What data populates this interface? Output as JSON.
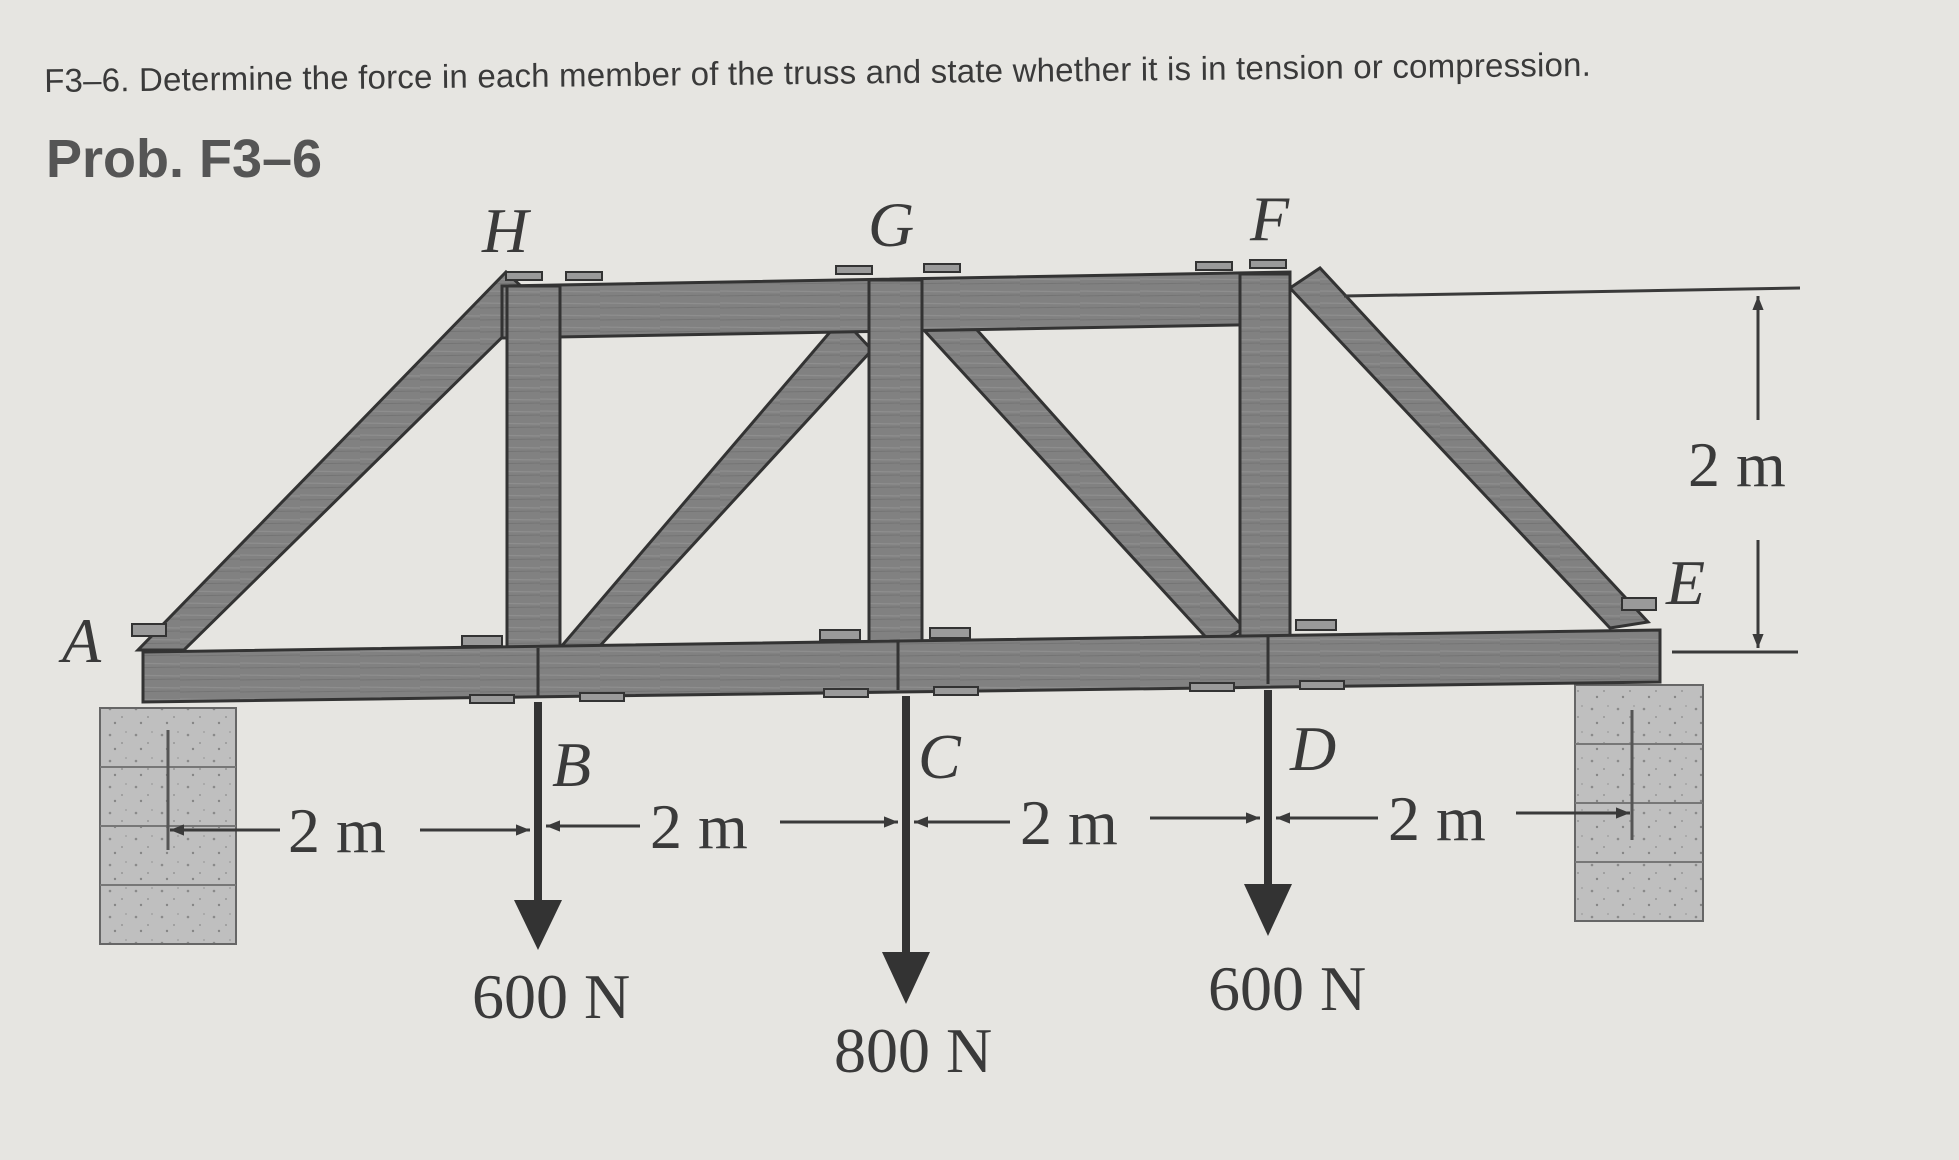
{
  "problem": {
    "statement": "F3–6. Determine the force in each member of the truss and state whether it is in tension or compression.",
    "label": "Prob. F3–6"
  },
  "nodes": {
    "A": "A",
    "B": "B",
    "C": "C",
    "D": "D",
    "E": "E",
    "F": "F",
    "G": "G",
    "H": "H"
  },
  "dimensions": {
    "panel_1": "2 m",
    "panel_2": "2 m",
    "panel_3": "2 m",
    "panel_4": "2 m",
    "height": "2 m"
  },
  "loads": {
    "B": "600 N",
    "C": "800 N",
    "D": "600 N"
  },
  "colors": {
    "member": "#808080",
    "member_edge": "#333333",
    "support": "#bdbdbd",
    "text": "#3a3a3a"
  }
}
